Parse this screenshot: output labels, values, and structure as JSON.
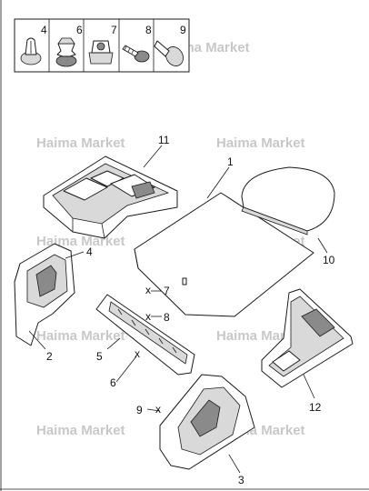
{
  "watermark": "Haima Market",
  "fastener_legend": [
    "4",
    "6",
    "7",
    "8",
    "9"
  ],
  "callouts": {
    "p1": "1",
    "p2": "2",
    "p3": "3",
    "p4_box": "4",
    "p5": "5",
    "p6": "6",
    "p7": "7",
    "p8": "8",
    "p9": "9",
    "p10": "10",
    "p11": "11",
    "p12": "12"
  }
}
